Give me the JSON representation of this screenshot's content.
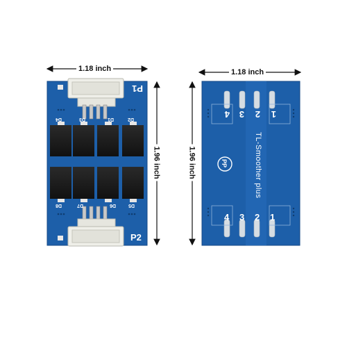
{
  "dimensions": {
    "front_width": "1.18 inch",
    "front_height": "1.96 inch",
    "back_width": "1.18 inch",
    "back_height": "1.96 inch"
  },
  "front_board": {
    "connector_top_label": "P1",
    "connector_bottom_label": "P2",
    "diode_labels": [
      "D4",
      "D3",
      "D1",
      "D2",
      "D8",
      "D7",
      "D6",
      "D5"
    ]
  },
  "back_board": {
    "title": "TL-Smoother plus",
    "logo_text": "PP",
    "pin_labels": [
      "1",
      "2",
      "3",
      "4"
    ]
  },
  "colors": {
    "pcb_blue": "#1d5fa9",
    "pcb_blue_dark": "#164a87",
    "chip_black": "#1a1a1a",
    "pad_silver": "#d6dde3",
    "connector_white": "#efefe9"
  }
}
